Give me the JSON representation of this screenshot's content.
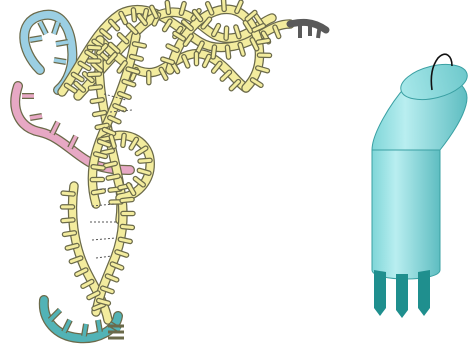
{
  "colors": {
    "ribbon": "#f3ec9e",
    "ribbon_edge": "#6b6a4a",
    "pink": "#e7a8c4",
    "blue": "#9bcfe3",
    "teal": "#52b3b6",
    "teal_dark": "#1f8f8e",
    "tail": "#5a5a5a",
    "model": "#93e0e2",
    "model_shade": "#63bfc3",
    "model_dark": "#2a9a9c"
  },
  "panels": [
    {
      "name": "trna-ribbon-structure",
      "kind": "illustration"
    },
    {
      "name": "trna-simplified-model",
      "kind": "illustration"
    }
  ]
}
